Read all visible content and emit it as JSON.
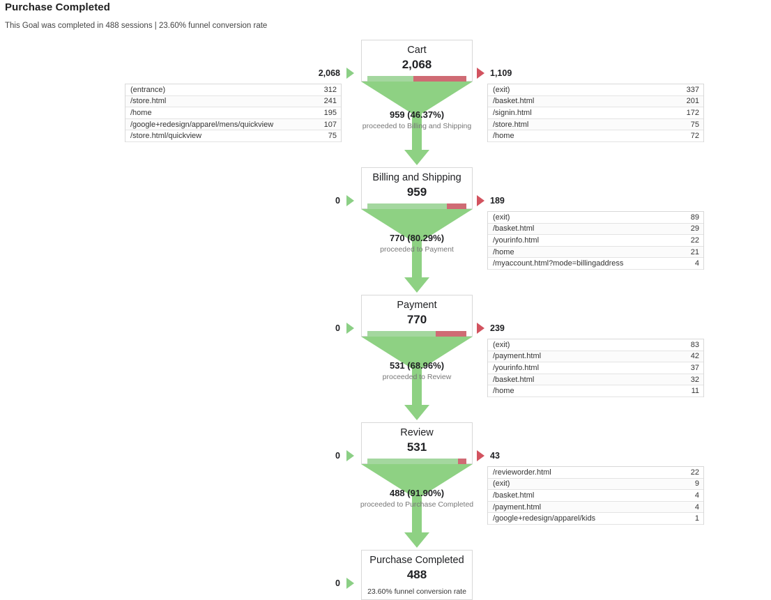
{
  "header": {
    "title": "Purchase Completed",
    "subtitle": "This Goal was completed in 488 sessions | 23.60% funnel conversion rate"
  },
  "chart_data": {
    "type": "funnel",
    "title": "Purchase Completed",
    "subtitle": "This Goal was completed in 488 sessions | 23.60% funnel conversion rate",
    "total_completions": 488,
    "funnel_conversion_rate": "23.60%",
    "stages": [
      {
        "name": "Cart",
        "value": "2,068",
        "value_num": 2068,
        "entered": "2,068",
        "entered_num": 2068,
        "exited": "1,109",
        "exited_num": 1109,
        "proceed_pct": 46.37,
        "entrances": [
          {
            "label": "(entrance)",
            "count": "312"
          },
          {
            "label": "/store.html",
            "count": "241"
          },
          {
            "label": "/home",
            "count": "195"
          },
          {
            "label": "/google+redesign/apparel/mens/quickview",
            "count": "107"
          },
          {
            "label": "/store.html/quickview",
            "count": "75"
          }
        ],
        "exits": [
          {
            "label": "(exit)",
            "count": "337"
          },
          {
            "label": "/basket.html",
            "count": "201"
          },
          {
            "label": "/signin.html",
            "count": "172"
          },
          {
            "label": "/store.html",
            "count": "75"
          },
          {
            "label": "/home",
            "count": "72"
          }
        ]
      },
      {
        "name": "Billing and Shipping",
        "value": "959",
        "value_num": 959,
        "entered": "0",
        "entered_num": 0,
        "exited": "189",
        "exited_num": 189,
        "proceed_pct": 80.29,
        "entrances": [],
        "exits": [
          {
            "label": "(exit)",
            "count": "89"
          },
          {
            "label": "/basket.html",
            "count": "29"
          },
          {
            "label": "/yourinfo.html",
            "count": "22"
          },
          {
            "label": "/home",
            "count": "21"
          },
          {
            "label": "/myaccount.html?mode=billingaddress",
            "count": "4"
          }
        ]
      },
      {
        "name": "Payment",
        "value": "770",
        "value_num": 770,
        "entered": "0",
        "entered_num": 0,
        "exited": "239",
        "exited_num": 239,
        "proceed_pct": 68.96,
        "entrances": [],
        "exits": [
          {
            "label": "(exit)",
            "count": "83"
          },
          {
            "label": "/payment.html",
            "count": "42"
          },
          {
            "label": "/yourinfo.html",
            "count": "37"
          },
          {
            "label": "/basket.html",
            "count": "32"
          },
          {
            "label": "/home",
            "count": "11"
          }
        ]
      },
      {
        "name": "Review",
        "value": "531",
        "value_num": 531,
        "entered": "0",
        "entered_num": 0,
        "exited": "43",
        "exited_num": 43,
        "proceed_pct": 91.9,
        "entrances": [],
        "exits": [
          {
            "label": "/revieworder.html",
            "count": "22"
          },
          {
            "label": "(exit)",
            "count": "9"
          },
          {
            "label": "/basket.html",
            "count": "4"
          },
          {
            "label": "/payment.html",
            "count": "4"
          },
          {
            "label": "/google+redesign/apparel/kids",
            "count": "1"
          }
        ]
      },
      {
        "name": "Purchase Completed",
        "value": "488",
        "value_num": 488,
        "entered": "0",
        "entered_num": 0,
        "note": "23.60% funnel conversion rate",
        "entrances": [],
        "exits": []
      }
    ],
    "connectors": [
      {
        "value": "959 (46.37%)",
        "caption": "proceeded to Billing and Shipping",
        "pct": 46.37
      },
      {
        "value": "770 (80.29%)",
        "caption": "proceeded to Payment",
        "pct": 80.29
      },
      {
        "value": "531 (68.96%)",
        "caption": "proceeded to Review",
        "pct": 68.96
      },
      {
        "value": "488 (91.90%)",
        "caption": "proceeded to Purchase Completed",
        "pct": 91.9
      }
    ],
    "colors": {
      "proceed_green": "#a4d79f",
      "drop_red": "#cf6b74",
      "funnel_green": "#8ed183",
      "caret_green": "#8bcf85",
      "caret_red": "#d2535f"
    }
  }
}
